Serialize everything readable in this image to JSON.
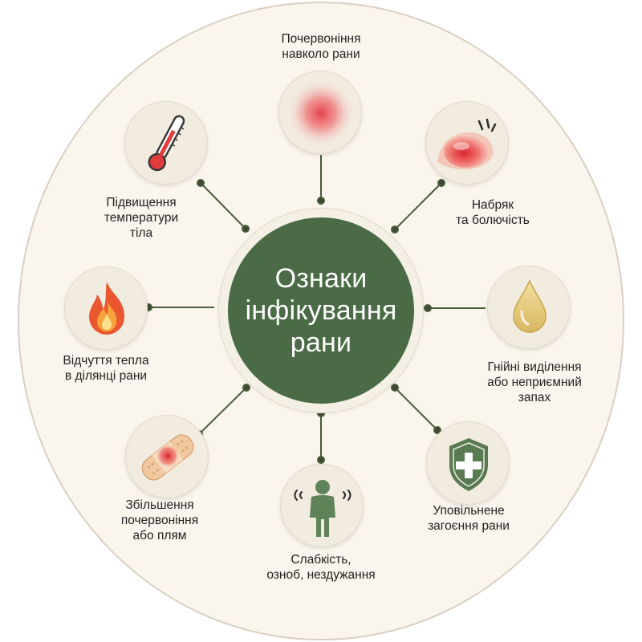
{
  "center": {
    "title": "Ознаки\nінфікування\nрани"
  },
  "colors": {
    "background": "#faf6ee",
    "center": "#4a6b45",
    "connector": "#4a5a3c",
    "redness": "#e23b43",
    "shield": "#5a7a52"
  },
  "items": [
    {
      "id": "redness",
      "icon": "redness-spot-icon",
      "label": "Почервоніння\nнавколо рани"
    },
    {
      "id": "swelling",
      "icon": "swollen-skin-icon",
      "label": "Набряк\nта болючість"
    },
    {
      "id": "discharge",
      "icon": "drop-icon",
      "label": "Гнійні виділення\nабо неприємний\nзапах"
    },
    {
      "id": "healing",
      "icon": "shield-cross-icon",
      "label": "Уповільнене\nзагоєння рани"
    },
    {
      "id": "weakness",
      "icon": "shivering-person-icon",
      "label": "Слабкість,\nозноб, нездужання"
    },
    {
      "id": "spreading",
      "icon": "bandage-icon",
      "label": "Збільшення\nпочервоніння\nабо плям"
    },
    {
      "id": "warmth",
      "icon": "flame-icon",
      "label": "Відчуття тепла\nв ділянці рани"
    },
    {
      "id": "fever",
      "icon": "thermometer-icon",
      "label": "Підвищення\nтемператури\nтіла"
    }
  ]
}
